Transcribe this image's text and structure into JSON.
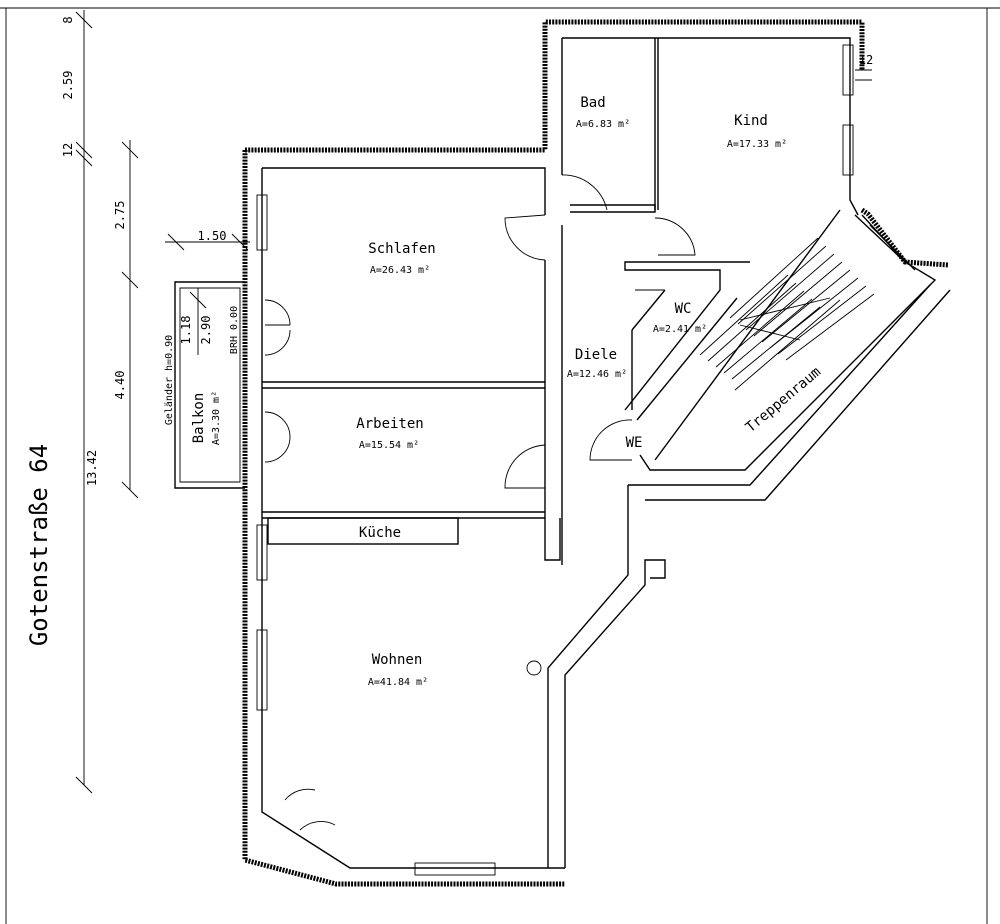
{
  "street": "Gotenstraße 64",
  "rooms": {
    "bad": {
      "name": "Bad",
      "area": "A=6.83 m²"
    },
    "kind": {
      "name": "Kind",
      "area": "A=17.33 m²"
    },
    "schlafen": {
      "name": "Schlafen",
      "area": "A=26.43 m²"
    },
    "wc": {
      "name": "WC",
      "area": "A=2.41 m²"
    },
    "diele": {
      "name": "Diele",
      "area": "A=12.46 m²"
    },
    "arbeiten": {
      "name": "Arbeiten",
      "area": "A=15.54 m²"
    },
    "kueche": {
      "name": "Küche"
    },
    "wohnen": {
      "name": "Wohnen",
      "area": "A=41.84 m²"
    },
    "balkon": {
      "name": "Balkon",
      "area": "A=3.30 m²"
    },
    "we": {
      "name": "WE"
    },
    "treppenraum": {
      "name": "Treppenraum"
    }
  },
  "dimensions": {
    "d8": "8",
    "d259": "2.59",
    "d12_left": "12",
    "d275": "2.75",
    "d440": "4.40",
    "d1342": "13.42",
    "d150": "1.50",
    "d118": "1.18",
    "d290": "2.90",
    "d12_right": "12"
  },
  "balkon_notes": {
    "gelaender": "Geländer h=0.90",
    "brh": "BRH 0.00"
  }
}
